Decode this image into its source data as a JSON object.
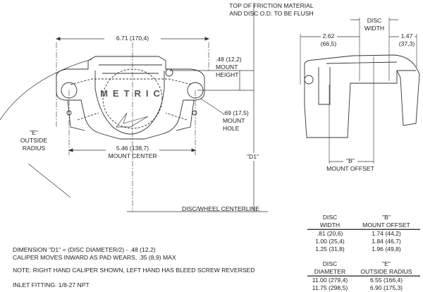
{
  "labels": {
    "friction_note": [
      "TOP OF FRICTION MATERIAL",
      "AND DISC O.D. TO BE FLUSH"
    ],
    "overall_width": "6.71 (170,4)",
    "mount_height": [
      ".48 (12,2)",
      "MOUNT",
      "HEIGHT"
    ],
    "mount_hole": [
      ".69 (17,5)",
      "MOUNT",
      "HOLE"
    ],
    "outside_radius": [
      "\"E\"",
      "OUTSIDE",
      "RADIUS"
    ],
    "mount_center": [
      "5.46 (138,7)",
      "MOUNT CENTER"
    ],
    "d1": "\"D1\"",
    "disc_width": [
      "DISC",
      "WIDTH"
    ],
    "side_left": [
      "2.62",
      "(66,5)"
    ],
    "side_right": [
      "1.47",
      "(37,3)"
    ],
    "mount_offset": [
      "\"B\"",
      "MOUNT OFFSET"
    ],
    "centerline": "DISC/WHEEL CENTERLINE",
    "logo": "METRIC"
  },
  "table_offset": {
    "headers": [
      [
        "DISC",
        "WIDTH"
      ],
      [
        "\"B\"",
        "MOUNT OFFSET"
      ]
    ],
    "rows": [
      [
        ".81  (20,6)",
        "1.74  (44,2)"
      ],
      [
        "1.00  (25,4)",
        "1.84  (46,7)"
      ],
      [
        "1.25  (31,8)",
        "1.96  (49,8)"
      ]
    ]
  },
  "table_radius": {
    "headers": [
      [
        "DISC",
        "DIAMETER"
      ],
      [
        "\"E\"",
        "OUTSIDE RADIUS"
      ]
    ],
    "rows": [
      [
        "11.00  (279,4)",
        "6.55  (166,4)"
      ],
      [
        "11.75  (298,5)",
        "6.90  (175,3)"
      ]
    ]
  },
  "notes": [
    "DIMENSION \"D1\" = (DISC DIAMETER/2) - .48 (12,2)",
    "CALIPER MOVES INWARD AS PAD WEARS, .35 (8,9) MAX",
    "NOTE: RIGHT HAND CALIPER SHOWN, LEFT HAND HAS BLEED SCREW REVERSED",
    "INLET FITTING: 1/8-27 NPT"
  ]
}
